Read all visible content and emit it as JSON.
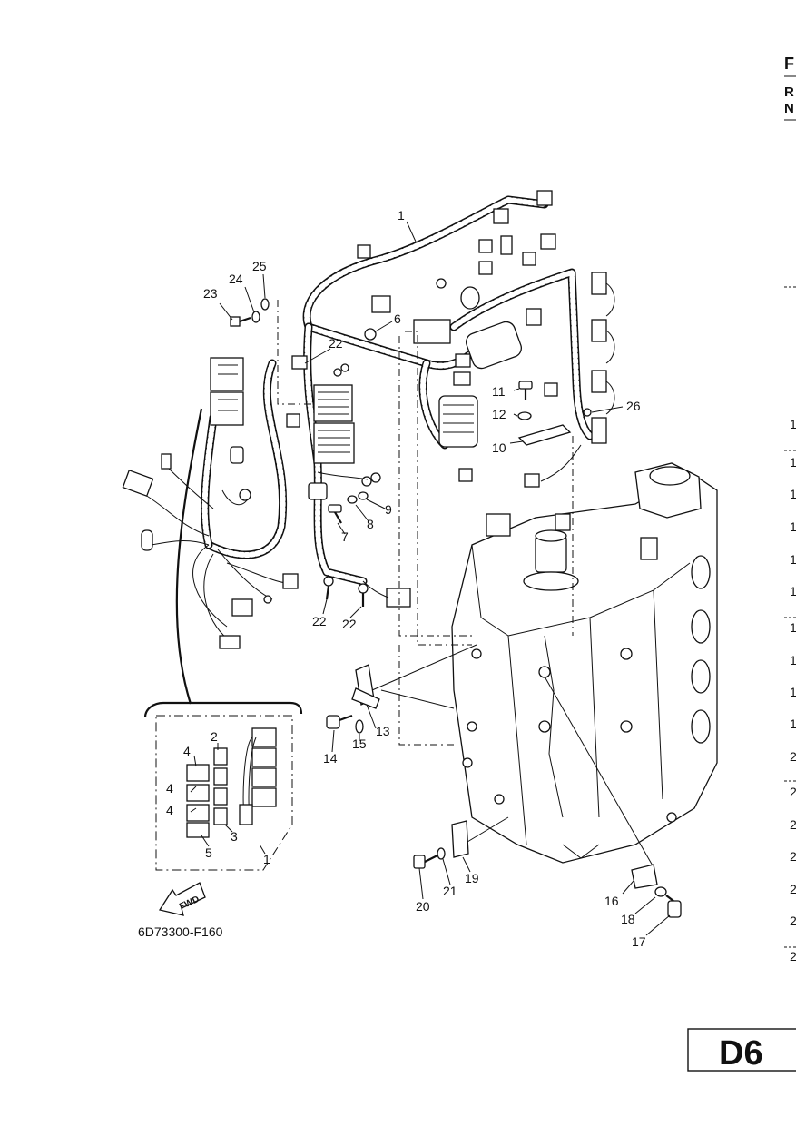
{
  "header": {
    "right_letters": [
      "F",
      "R",
      "N"
    ]
  },
  "diagram": {
    "drawing_code": "6D73300-F160",
    "direction_marker": "FWD",
    "page_mark": "D6",
    "part_callouts": [
      {
        "id": "1",
        "label": "1"
      },
      {
        "id": "1b",
        "label": "1"
      },
      {
        "id": "2",
        "label": "2"
      },
      {
        "id": "3",
        "label": "3"
      },
      {
        "id": "4a",
        "label": "4"
      },
      {
        "id": "4b",
        "label": "4"
      },
      {
        "id": "4c",
        "label": "4"
      },
      {
        "id": "5",
        "label": "5"
      },
      {
        "id": "6",
        "label": "6"
      },
      {
        "id": "7",
        "label": "7"
      },
      {
        "id": "8",
        "label": "8"
      },
      {
        "id": "9",
        "label": "9"
      },
      {
        "id": "10",
        "label": "10"
      },
      {
        "id": "11",
        "label": "11"
      },
      {
        "id": "12",
        "label": "12"
      },
      {
        "id": "13",
        "label": "13"
      },
      {
        "id": "14",
        "label": "14"
      },
      {
        "id": "15",
        "label": "15"
      },
      {
        "id": "16",
        "label": "16"
      },
      {
        "id": "17",
        "label": "17"
      },
      {
        "id": "18",
        "label": "18"
      },
      {
        "id": "19",
        "label": "19"
      },
      {
        "id": "20",
        "label": "20"
      },
      {
        "id": "21",
        "label": "21"
      },
      {
        "id": "22a",
        "label": "22"
      },
      {
        "id": "22b",
        "label": "22"
      },
      {
        "id": "22c",
        "label": "22"
      },
      {
        "id": "23",
        "label": "23"
      },
      {
        "id": "24",
        "label": "24"
      },
      {
        "id": "25",
        "label": "25"
      },
      {
        "id": "26",
        "label": "26"
      }
    ]
  },
  "right_column": {
    "row_fragments": [
      "1",
      "1",
      "1",
      "1",
      "1",
      "1",
      "1",
      "1",
      "1",
      "1",
      "2",
      "2",
      "2",
      "2",
      "2",
      "2",
      "2"
    ]
  }
}
